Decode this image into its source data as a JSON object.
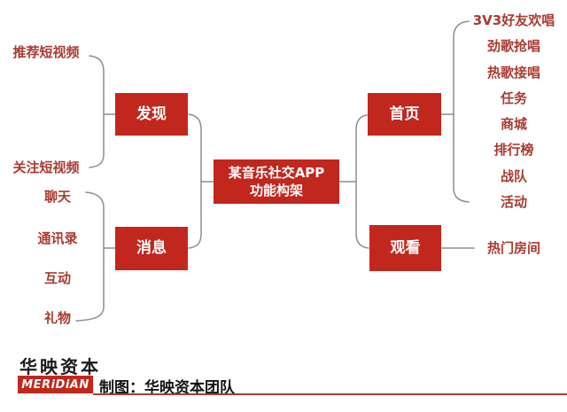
{
  "diagram": {
    "root": {
      "label_line1": "某音乐社交APP",
      "label_line2": "功能构架"
    },
    "branches": [
      {
        "label": "发现",
        "leaves": [
          "推荐短视频",
          "关注短视频"
        ]
      },
      {
        "label": "消息",
        "leaves": [
          "聊天",
          "通讯录",
          "互动",
          "礼物"
        ]
      },
      {
        "label": "首页",
        "leaves": [
          "3V3好友欢唱",
          "劲歌抢唱",
          "热歌接唱",
          "任务",
          "商城",
          "排行榜",
          "战队",
          "活动"
        ]
      },
      {
        "label": "观看",
        "leaves": [
          "热门房间"
        ]
      }
    ]
  },
  "footer": {
    "logo_cn": "华映资本",
    "logo_en": "MERiDiAN",
    "credit": "制图：华映资本团队"
  },
  "colors": {
    "node_red": "#C2271E",
    "leaf_text_red": "#AA3A31",
    "connector_gray": "#8E8E8E",
    "footer_line_red": "#A04335"
  }
}
